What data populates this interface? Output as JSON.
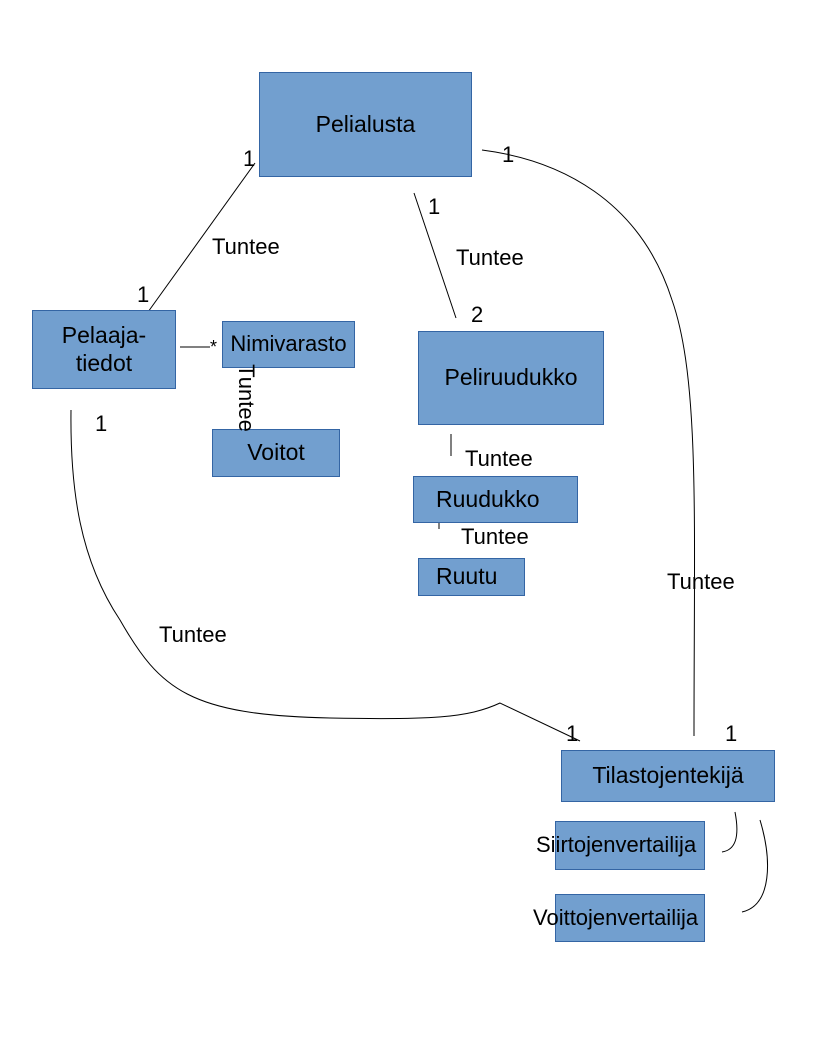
{
  "colors": {
    "box_fill": "#729fcf",
    "box_border": "#3465a4",
    "line": "#000000"
  },
  "classes": {
    "pelialusta": "Pelialusta",
    "pelaajatiedot": "Pelaaja-\ntiedot",
    "nimivarasto": "Nimivarasto",
    "voitot": "Voitot",
    "peliruudukko": "Peliruudukko",
    "ruudukko": "Ruudukko",
    "ruutu": "Ruutu",
    "tilastojentekija": "Tilastojentekijä",
    "siirtojenvertailija": "Siirtojenvertailija",
    "voittojenvertailija": "Voittojenvertailija"
  },
  "associations": {
    "pelialusta_pelaajatiedot": {
      "label": "Tuntee",
      "end_pelialusta": "1",
      "end_pelaajatiedot": "1"
    },
    "pelialusta_peliruudukko": {
      "label": "Tuntee",
      "end_pelialusta": "1",
      "end_peliruudukko": "2"
    },
    "pelialusta_tilastojentekija": {
      "label": "Tuntee",
      "end_pelialusta": "1",
      "end_tilastojentekija": "1"
    },
    "pelaajatiedot_nimivarasto": {
      "end_nimivarasto": "*"
    },
    "nimivarasto_voitot": {
      "label": "Tuntee"
    },
    "peliruudukko_ruudukko": {
      "label": "Tuntee"
    },
    "ruudukko_ruutu": {
      "label": "Tuntee"
    },
    "pelaajatiedot_tilastojentekija": {
      "label": "Tuntee",
      "end_pelaajatiedot": "1",
      "end_tilastojentekija": "1"
    }
  }
}
